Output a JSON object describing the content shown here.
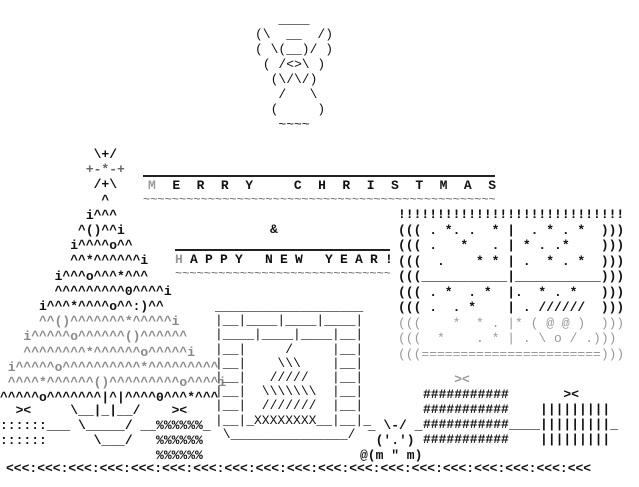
{
  "angel": {
    "lines": [
      "   ____",
      "(\\  __  /)",
      "( \\(__)/ )",
      " ( /<>\\ )",
      "  (\\/\\/)",
      "   /   \\",
      "  (     )",
      "   ~~~~"
    ]
  },
  "tree": {
    "lines": [
      "            \\+/",
      "           +-*-+",
      "            /+\\",
      "             ^",
      "           i^^^",
      "          ^()^^i",
      "         i^^^^o^^",
      "         ^^*^^^^^^i",
      "       i^^^o^^^*^^^",
      "       ^^^^^^^^^0^^^^i",
      "     i^^^*^^^^o^^:)^^",
      "     ^^()^^^^^^^*^^^^^i",
      "   i^^^^^o^^^^^^()^^^^^^",
      "   ^^^^^^^^*^^^^^^o^^^^^i",
      " i^^^^^o^^^^^^^^^^*^^^^^^^^^",
      " ^^^^*^^^^^^()^^^^^^^^^o^^^^i",
      "^^^^^o^^^^^^^|^|^^^^0^^^*^^^"
    ]
  },
  "ground": {
    "lines": [
      "  ><     \\__|_|__/    ><",
      "::::::___ \\_____/ __%%%%%%_",
      "::::::      \\___/   %%%%%%",
      "                    %%%%%%"
    ]
  },
  "greeting": {
    "merry_first": "M",
    "merry_rest": "ERRY CHRISTMAS",
    "merry_tildes": "~~~~~~~~~~~~~~~~~~~~~~~~~~~~~~~~~~~~~~~~~~~~~~~~~~~~~~~~~~",
    "ampersand": "&",
    "happy_first": "H",
    "happy_rest": "APPY NEW YEAR!",
    "happy_tildes": "~~~~~~~~~~~~~~~~~~~~~~~~~~~~~~~~~~~~~~"
  },
  "window": {
    "lines": [
      "!!!!!!!!!!!!!!!!!!!!!!!!!!!!!",
      "((( . *. .  * |  . * . *  )))",
      "((( .   *   . | * . .*    )))",
      "(((  .    * * | .  * . *  )))",
      "(((___________|___________)))",
      "((( . *  . *  |.  * . *   )))",
      "((( .  . *    | . //////  )))",
      "(((    *  * . |* ( @ @ )  )))",
      "(((  *    . * | . \\ o / .)))",
      "(((=======================)))"
    ]
  },
  "fireplace": {
    "lines": [
      "___________________",
      "|__|____|____|____|",
      "|____|____|____|__|",
      "|__|     /     |__|",
      "|__|    \\\\\\    |__|",
      "|__|   /////   |__|",
      "|__|  \\\\\\\\\\\\\\  |__|",
      "|__|  ///////  |__|",
      "|__|_XXXXXXXX__|__|_",
      " \\_______________/"
    ]
  },
  "cat": {
    "lines": [
      " _ \\-/ _",
      "  ('.')",
      "@(m \" m)"
    ]
  },
  "presents": {
    "lines": [
      "    ><",
      "###########       ><",
      "###########    |||||||||",
      "###########____|||||||||_",
      "###########    |||||||||"
    ]
  },
  "floor": {
    "lines": [
      "<<<:<<<:<<<:<<<:<<<:<<<:<<<:<<<:<<<:<<<:<<<:<<<:<<<:<<<:<<<:<<<:<<<:<<<:<<<"
    ]
  }
}
